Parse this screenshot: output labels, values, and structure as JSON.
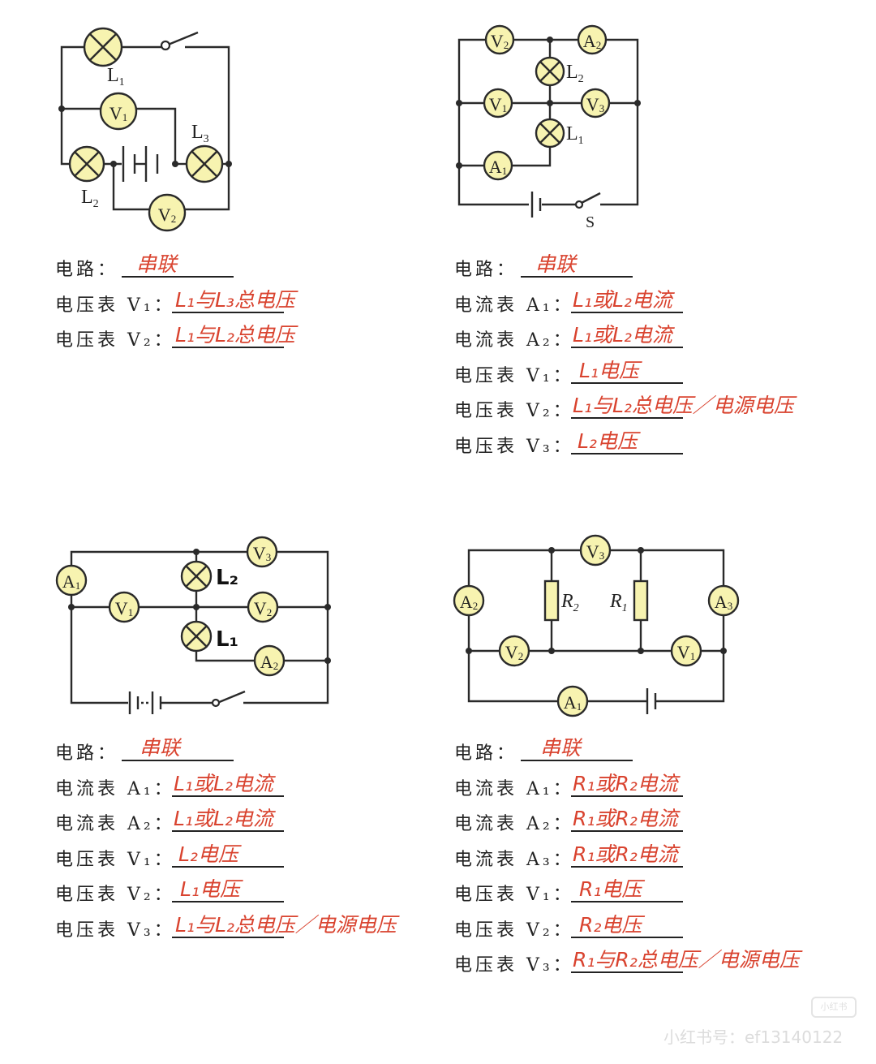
{
  "panels": [
    {
      "circuit_labels": {
        "L1": "L",
        "L1_sub": "1",
        "L2": "L",
        "L2_sub": "2",
        "L3": "L",
        "L3_sub": "3",
        "V1": "V",
        "V1_sub": "1",
        "V2": "V",
        "V2_sub": "2"
      },
      "rows": [
        {
          "label": "电路：",
          "answer": "串联"
        },
        {
          "label": "电压表 V₁：",
          "answer": "L₁与L₃总电压"
        },
        {
          "label": "电压表 V₂：",
          "answer": "L₁与L₂总电压"
        }
      ]
    },
    {
      "circuit_labels": {
        "V2": "V",
        "V2_sub": "2",
        "A2": "A",
        "A2_sub": "2",
        "L2": "L",
        "L2_sub": "2",
        "V1": "V",
        "V1_sub": "1",
        "V3": "V",
        "V3_sub": "3",
        "L1": "L",
        "L1_sub": "1",
        "A1": "A",
        "A1_sub": "1",
        "S": "S"
      },
      "rows": [
        {
          "label": "电路：",
          "answer": "串联"
        },
        {
          "label": "电流表 A₁：",
          "answer": "L₁或L₂电流"
        },
        {
          "label": "电流表 A₂：",
          "answer": "L₁或L₂电流"
        },
        {
          "label": "电压表 V₁：",
          "answer": "L₁电压"
        },
        {
          "label": "电压表 V₂：",
          "answer": "L₁与L₂总电压／电源电压"
        },
        {
          "label": "电压表 V₃：",
          "answer": "L₂电压"
        }
      ]
    },
    {
      "circuit_labels": {
        "A1": "A",
        "A1_sub": "1",
        "V1": "V",
        "V1_sub": "1",
        "V3": "V",
        "V3_sub": "3",
        "L2": "L₂",
        "V2": "V",
        "V2_sub": "2",
        "L1": "L₁",
        "A2": "A",
        "A2_sub": "2"
      },
      "rows": [
        {
          "label": "电路：",
          "answer": "串联"
        },
        {
          "label": "电流表 A₁：",
          "answer": "L₁或L₂电流"
        },
        {
          "label": "电流表 A₂：",
          "answer": "L₁或L₂电流"
        },
        {
          "label": "电压表 V₁：",
          "answer": "L₂电压"
        },
        {
          "label": "电压表 V₂：",
          "answer": "L₁电压"
        },
        {
          "label": "电压表 V₃：",
          "answer": "L₁与L₂总电压／电源电压"
        }
      ]
    },
    {
      "circuit_labels": {
        "V3": "V",
        "V3_sub": "3",
        "A2": "A",
        "A2_sub": "2",
        "R2": "R",
        "R2_sub": "2",
        "R1": "R",
        "R1_sub": "1",
        "A3": "A",
        "A3_sub": "3",
        "V2": "V",
        "V2_sub": "2",
        "V1": "V",
        "V1_sub": "1",
        "A1": "A",
        "A1_sub": "1"
      },
      "rows": [
        {
          "label": "电路：",
          "answer": "串联"
        },
        {
          "label": "电流表 A₁：",
          "answer": "R₁或R₂电流"
        },
        {
          "label": "电流表 A₂：",
          "answer": "R₁或R₂电流"
        },
        {
          "label": "电流表 A₃：",
          "answer": "R₁或R₂电流"
        },
        {
          "label": "电压表 V₁：",
          "answer": "R₁电压"
        },
        {
          "label": "电压表 V₂：",
          "answer": "R₂电压"
        },
        {
          "label": "电压表 V₃：",
          "answer": "R₁与R₂总电压／电源电压"
        }
      ]
    }
  ],
  "watermark": {
    "text": "小红书号：ef13140122",
    "logo": "小红书"
  }
}
